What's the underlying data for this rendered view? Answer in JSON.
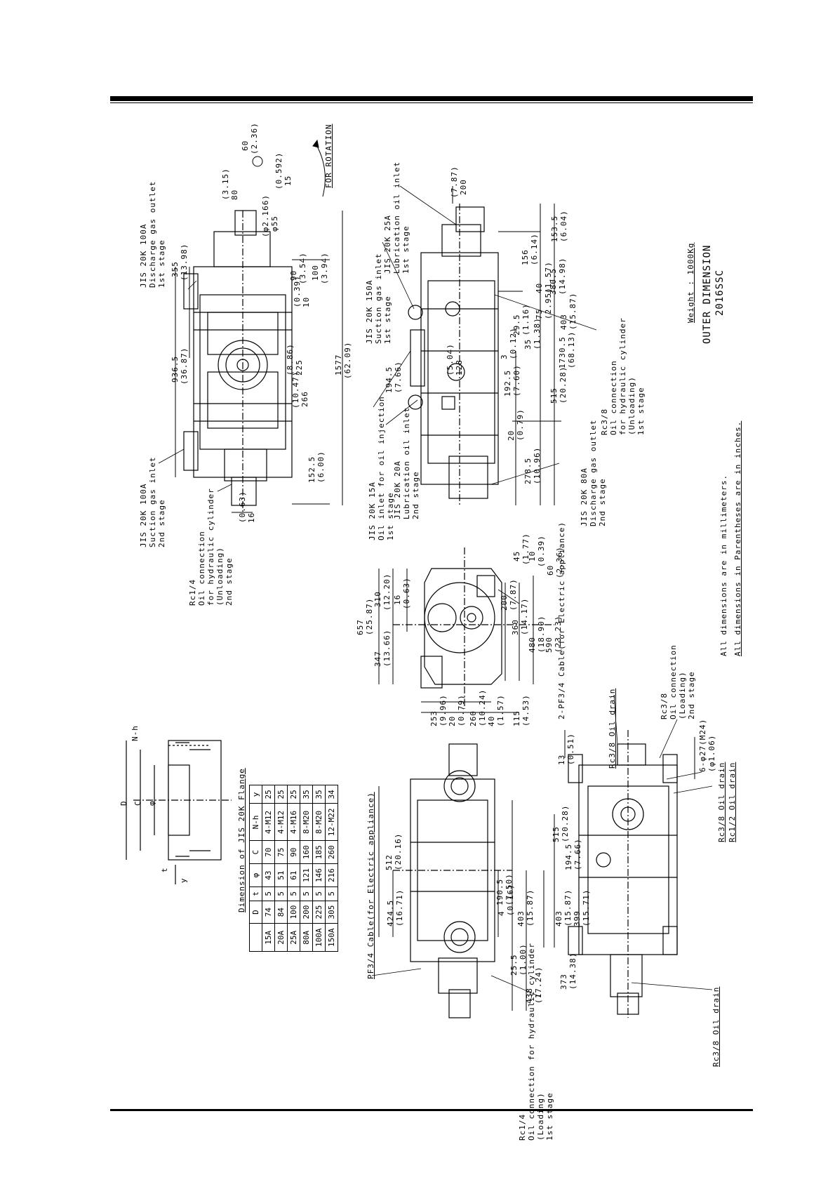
{
  "flange_table": {
    "title": "Dimension of JIS 20K Flange",
    "headers": [
      "",
      "D",
      "t",
      "φ",
      "C",
      "N-h",
      "y"
    ],
    "rows": [
      [
        "15A",
        "74",
        "5",
        "43",
        "70",
        "4-M12",
        "25"
      ],
      [
        "20A",
        "84",
        "5",
        "51",
        "75",
        "4-M12",
        "25"
      ],
      [
        "25A",
        "100",
        "5",
        "61",
        "90",
        "4-M16",
        "25"
      ],
      [
        "80A",
        "200",
        "5",
        "121",
        "160",
        "8-M20",
        "35"
      ],
      [
        "100A",
        "225",
        "5",
        "146",
        "185",
        "8-M20",
        "35"
      ],
      [
        "150A",
        "305",
        "5",
        "216",
        "260",
        "12-M22",
        "34"
      ]
    ]
  },
  "flange_detail": {
    "D": "D",
    "C": "C",
    "phi": "φ",
    "Nh": "N-h",
    "t": "t",
    "y": "y"
  },
  "top_view": {
    "discharge_1st": [
      "JIS 20K 100A",
      "Discharge gas outlet",
      "1st stage"
    ],
    "suction_2nd": [
      "JIS 20K 100A",
      "Suction gas inlet",
      "2nd stage"
    ],
    "oil_unloading_2nd": [
      "Rc1/4",
      "Oil connection",
      "for hydraulic cylinder",
      "(Unloading)",
      "2nd stage"
    ],
    "dims": {
      "d355": "355",
      "d355in": "(13.98)",
      "d936": "936.5",
      "d936in": "(36.87)",
      "d1577": "1577",
      "d1577in": "(62.09)",
      "d152": "152.5",
      "d152in": "(6.00)",
      "d16": "16",
      "d16in": "(0.63)",
      "d266": "266",
      "d266in": "(10.47)",
      "d225": "225",
      "d225in": "(8.86)",
      "d10": "10",
      "d10in": "(0.39)",
      "d90": "90",
      "d90in": "(3.54)",
      "d100": "100",
      "d100in": "(3.94)",
      "d80": "80",
      "d80in": "(3.15)",
      "d60": "60",
      "d60in": "(2.36)",
      "dphi55": "φ55",
      "dphi55in": "(φ2.166)",
      "d15": "15",
      "d15in": "(0.592)"
    },
    "rotation": "FOR ROTATION"
  },
  "side_view": {
    "suction_1st": [
      "JIS 20K 150A",
      "Suction gas inlet",
      "1st stage"
    ],
    "lube_1st": [
      "JIS 20K 25A",
      "Lubrication oil inlet",
      "1st stage"
    ],
    "oil_injection": [
      "JIS 20K 15A",
      "Oil inlet for oil injection",
      "1st stage"
    ],
    "lube_2nd": [
      "JIS 20K 20A",
      "Lubrication oil inlet",
      "2nd stage"
    ],
    "discharge_2nd": [
      "JIS 20K 80A",
      "Discharge gas outlet",
      "2nd stage"
    ],
    "oil_unloading_1st": [
      "Rc3/8",
      "Oil connection",
      "for hydraulic cylinder",
      "(Unloading)",
      "1st stage"
    ],
    "dims": {
      "d194": "194.5",
      "d194in": "(7.66)",
      "d200": "200",
      "d200in": "(7.87)",
      "d153": "153.5",
      "d153in": "(6.04)",
      "d156": "156",
      "d156in": "(6.14)",
      "d380": "380.5",
      "d380in": "(14.98)",
      "d1730": "1730.5",
      "d1730in": "(68.13)",
      "d29": "29.5",
      "d29in": "(1.16)",
      "d403": "403",
      "d403in": "(15.87)",
      "d515": "515",
      "d515in": "(20.28)",
      "d278": "278.5",
      "d278in": "(10.96)",
      "d192": "192.5",
      "d192in": "(7.60)",
      "d128": "128",
      "d128in": "(5.04)",
      "d3": "3",
      "d3in": "(0.12)",
      "d40": "40",
      "d40in": "(1.57)",
      "d75": "75",
      "d75in": "(2.95)",
      "d35": "35",
      "d35in": "(1.38)",
      "d20": "20",
      "d20in": "(0.79)"
    }
  },
  "end_view": {
    "dims": {
      "d657": "657",
      "d657in": "(25.87)",
      "d347": "347",
      "d347in": "(13.66)",
      "d310": "310",
      "d310in": "(12.20)",
      "d16": "16",
      "d16in": "(0.63)",
      "d45": "45",
      "d45in": "(1.77)",
      "d10": "10",
      "d10in": "(0.39)",
      "d200": "200",
      "d200in": "(7.87)",
      "d360": "360",
      "d360in": "(14.17)",
      "d480": "480",
      "d480in": "(18.90)",
      "d590": "590",
      "d590in": "(23.23)",
      "d60": "60",
      "d60in": "(2.36)",
      "d253": "253",
      "d253in": "(9.96)",
      "d260": "260",
      "d260in": "(10.24)",
      "d20": "20",
      "d20in": "(0.79)",
      "d40": "40",
      "d40in": "(1.57)",
      "d115": "115",
      "d115in": "(4.53)"
    },
    "cable": "2-PF3/4 Cable(for Electric appliance)"
  },
  "bottom_left_view": {
    "cable": "PF3/4 Cable(for Electric appliance)",
    "oil_loading_1st": [
      "Rc1/4",
      "Oil connection for hydraulic cylinder",
      "(Loading)",
      "1st stage"
    ],
    "dims": {
      "d512": "512",
      "d512in": "(20.16)",
      "d424": "424.5",
      "d424in": "(16.71)",
      "d190": "190.5",
      "d190in": "(7.50)",
      "d4": "4",
      "d4in": "(0.16)",
      "d403": "403",
      "d403in": "(15.87)",
      "d25": "25.5",
      "d25in": "(1.00)",
      "d438": "438",
      "d438in": "(17.24)"
    }
  },
  "bottom_right_view": {
    "oil_drain_top": "Rc3/8 Oil drain",
    "oil_loading_2nd": [
      "Rc3/8",
      "Oil connection",
      "(Loading)",
      "2nd stage"
    ],
    "bolts": "6-φ27(M24)",
    "bolts_in": "(φ1.06)",
    "drain_2": "Rc3/8 Oil drain",
    "drain_3": "Rc1/2 Oil drain",
    "drain_4": "Rc3/8 Oil drain",
    "dims": {
      "d13": "13",
      "d13in": "(0.51)",
      "d515": "515",
      "d515in": "(20.28)",
      "d194": "194.5",
      "d194in": "(7.66)",
      "d403": "403",
      "d403in": "(15.87)",
      "d399": "399",
      "d399in": "(15.71)",
      "d373": "373",
      "d373in": "(14.38)"
    }
  },
  "notes": {
    "weight": "Weight : 1000Kg",
    "title_1": "OUTER DIMENSION",
    "title_2": "2016SSC",
    "units_1": "All dimensions are in millimeters.",
    "units_2": "All dimensions in Parentheses are in inches."
  }
}
